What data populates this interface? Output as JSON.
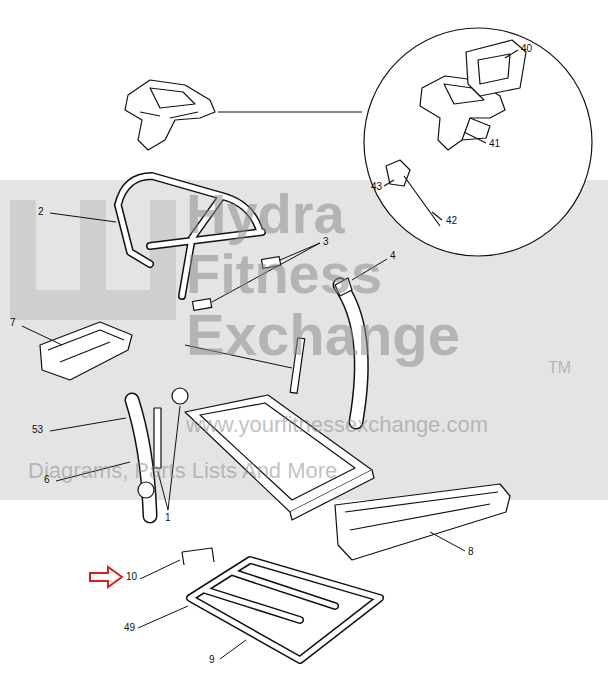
{
  "diagram": {
    "labels": [
      "Hydra",
      "Fitness",
      "Exchange",
      "TM",
      "www.yourfitnessexchange.com",
      "Diagrams, Parts Lists And More",
      "40",
      "41",
      "43",
      "42",
      "2",
      "3",
      "4",
      "7",
      "53",
      "6",
      "1",
      "8",
      "10",
      "49",
      "9"
    ]
  }
}
